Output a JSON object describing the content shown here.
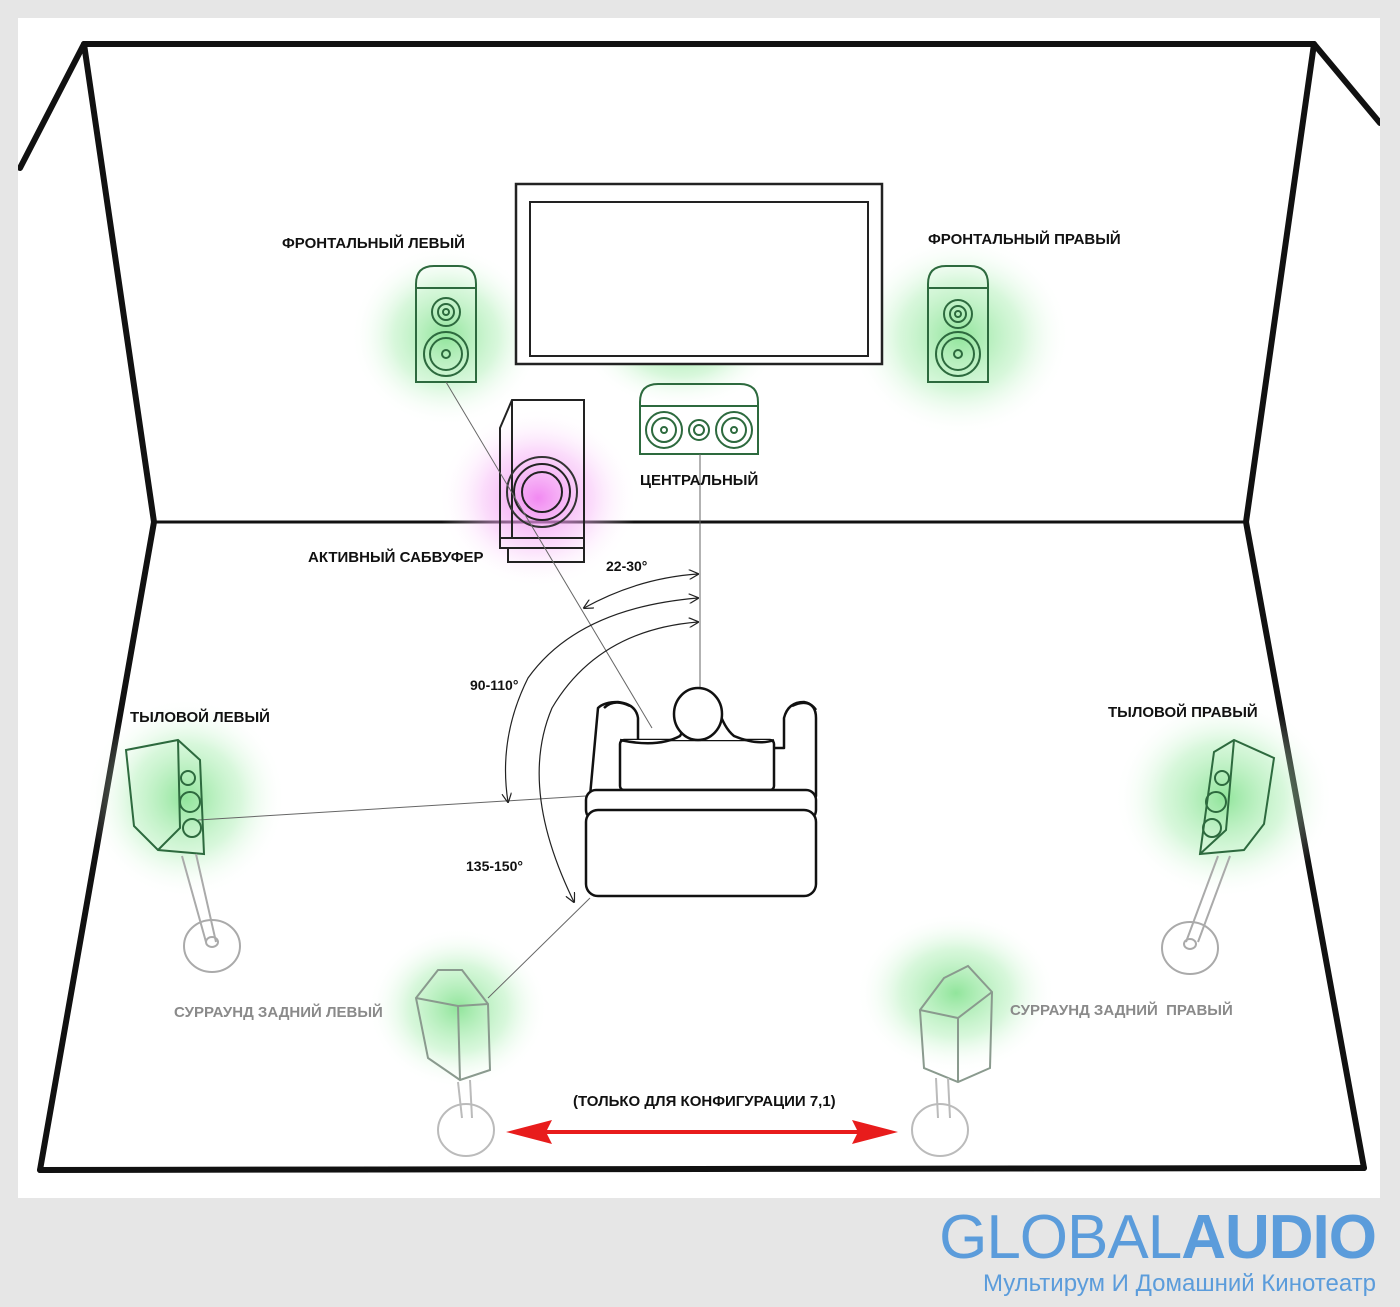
{
  "labels": {
    "front_left": "ФРОНТАЛЬНЫЙ ЛЕВЫЙ",
    "front_right": "ФРОНТАЛЬНЫЙ ПРАВЫЙ",
    "center": "ЦЕНТРАЛЬНЫЙ",
    "subwoofer": "АКТИВНЫЙ САБВУФЕР",
    "rear_left": "ТЫЛОВОЙ ЛЕВЫЙ",
    "rear_right": "ТЫЛОВОЙ ПРАВЫЙ",
    "surround_back_left": "СУРРАУНД ЗАДНИЙ ЛЕВЫЙ",
    "surround_back_right": "СУРРАУНД ЗАДНИЙ  ПРАВЫЙ",
    "config_note": "(ТОЛЬКО ДЛЯ КОНФИГУРАЦИИ 7,1)"
  },
  "angles": {
    "front": "22-30°",
    "side": "90-110°",
    "back": "135-150°"
  },
  "brand": {
    "name_light": "GLOBAL",
    "name_bold": "AUDIO",
    "tagline": "Мультирум И Домашний Кинотеатр"
  },
  "colors": {
    "speaker_green": "#2d6a3e",
    "glow_green": "#7ee08a",
    "glow_magenta": "#f07cf0",
    "arrow_red": "#e81c1c",
    "brand_blue": "#5b9cdb"
  }
}
